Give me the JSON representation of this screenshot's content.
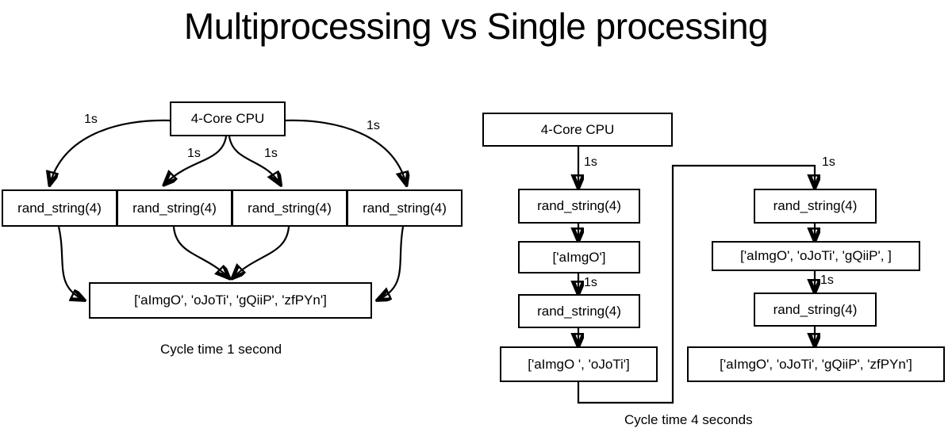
{
  "title": "Multiprocessing vs Single processing",
  "colors": {
    "background": "#ffffff",
    "stroke": "#000000",
    "text": "#000000"
  },
  "left_diagram": {
    "caption": "Cycle time 1 second",
    "cpu": "4-Core CPU",
    "workers": [
      "rand_string(4)",
      "rand_string(4)",
      "rand_string(4)",
      "rand_string(4)"
    ],
    "result": "['aImgO', 'oJoTi', 'gQiiP', 'zfPYn']",
    "edge_labels": [
      "1s",
      "1s",
      "1s",
      "1s"
    ]
  },
  "right_diagram": {
    "caption": "Cycle time 4 seconds",
    "cpu": "4-Core CPU",
    "column_one": [
      "rand_string(4)",
      "['aImgO']",
      "rand_string(4)",
      "['aImgO ', 'oJoTi']"
    ],
    "column_two": [
      "rand_string(4)",
      "['aImgO', 'oJoTi', 'gQiiP', ]",
      "rand_string(4)",
      "['aImgO', 'oJoTi', 'gQiiP', 'zfPYn']"
    ],
    "edge_labels": [
      "1s",
      "1s",
      "1s",
      "1s"
    ]
  }
}
